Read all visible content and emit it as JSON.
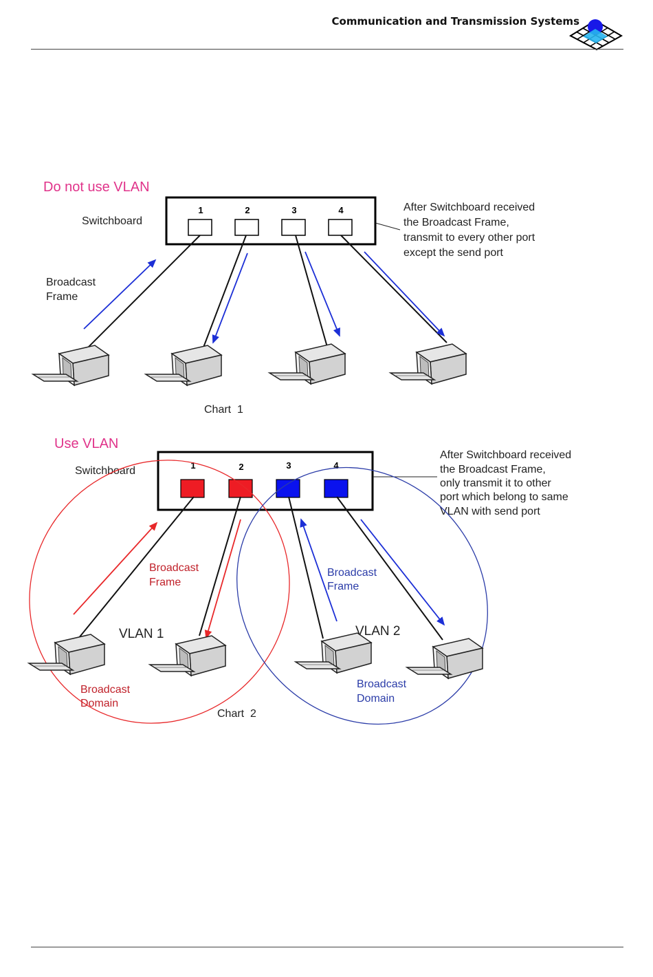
{
  "header": {
    "title": "Communication and Transmission Systems"
  },
  "chart1": {
    "heading": "Do not use VLAN",
    "switch_label": "Switchboard",
    "ports": [
      "1",
      "2",
      "3",
      "4"
    ],
    "note": [
      "After Switchboard received",
      "the Broadcast Frame,",
      "transmit to every other port",
      "except the send port"
    ],
    "frame_label": [
      "Broadcast",
      "Frame"
    ],
    "caption": "Chart  1"
  },
  "chart2": {
    "heading": "Use VLAN",
    "switch_label": "Switchboard",
    "ports": [
      "1",
      "2",
      "3",
      "4"
    ],
    "note": [
      "After Switchboard received",
      "the Broadcast Frame,",
      "only transmit it to other",
      "port which belong to same",
      "VLAN with send port"
    ],
    "red_frame_label": [
      "Broadcast",
      "Frame"
    ],
    "blue_frame_label": [
      "Broadcast",
      "Frame"
    ],
    "vlan1_label": "VLAN 1",
    "vlan2_label": "VLAN 2",
    "red_domain_label": [
      "Broadcast",
      "Domain"
    ],
    "blue_domain_label": [
      "Broadcast",
      "Domain"
    ],
    "caption": "Chart  2"
  },
  "colors": {
    "heading": "#e0338a",
    "red": "#e8282a",
    "blue": "#1c2fd6",
    "red_text": "#c0212a",
    "blue_text": "#2b3ca8"
  }
}
